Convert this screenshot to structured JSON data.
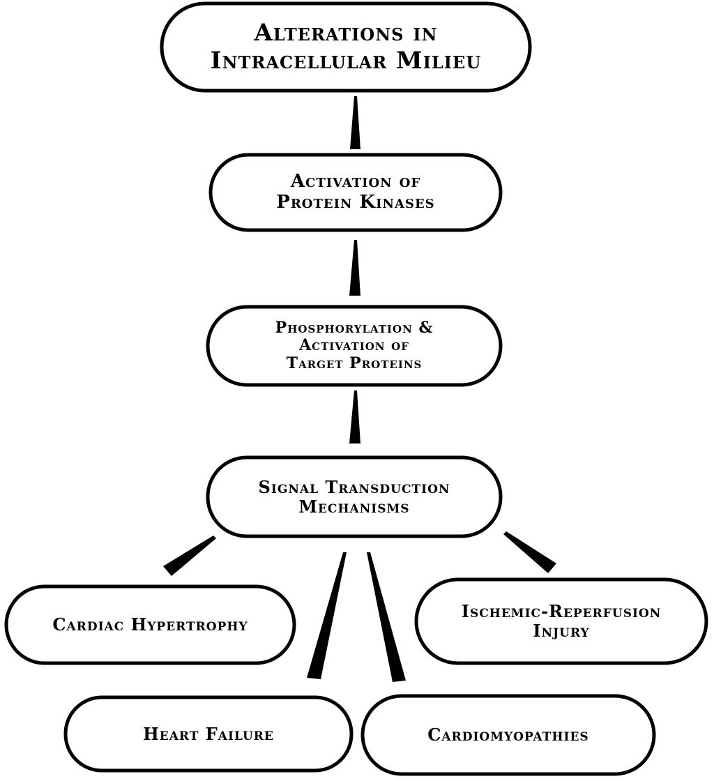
{
  "nodes": {
    "alterations": {
      "line1": "Alterations in",
      "line2": "Intracellular Milieu"
    },
    "activation_kinases": {
      "line1": "Activation of",
      "line2": "Protein Kinases"
    },
    "phosphorylation": {
      "line1": "Phosphorylation &",
      "line2": "Activation of",
      "line3": "Target Proteins"
    },
    "signal_transduction": {
      "line1": "Signal Transduction",
      "line2": "Mechanisms"
    },
    "cardiac_hypertrophy": {
      "line1": "Cardiac Hypertrophy"
    },
    "ischemic_reperfusion": {
      "line1": "Ischemic-Reperfusion",
      "line2": "Injury"
    },
    "heart_failure": {
      "line1": "Heart Failure"
    },
    "cardiomyopathies": {
      "line1": "Cardiomyopathies"
    }
  },
  "colors": {
    "stroke": "#000000",
    "fill": "#ffffff"
  }
}
